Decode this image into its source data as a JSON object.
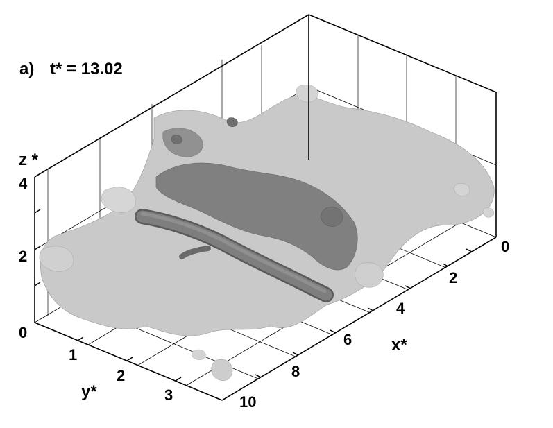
{
  "panel": {
    "label": "a)",
    "time_label": "t* = 13.02"
  },
  "axes": {
    "x": {
      "title": "x*",
      "ticks": [
        "0",
        "2",
        "4",
        "6",
        "8",
        "10"
      ]
    },
    "y": {
      "title": "y*",
      "ticks": [
        "1",
        "2",
        "3"
      ]
    },
    "z": {
      "title": "z *",
      "ticks": [
        "0",
        "2",
        "4"
      ]
    }
  },
  "colors": {
    "background": "#ffffff",
    "frame": "#000000",
    "isosurface_light": "#c8c8c8",
    "isosurface_mid": "#a9a9a9",
    "isosurface_dark": "#6e6e6e",
    "tube": "#7a7a7a"
  },
  "chart_data": {
    "type": "3d-isosurface",
    "title": "a)  t* = 13.02",
    "xlabel": "x*",
    "ylabel": "y*",
    "zlabel": "z*",
    "xlim": [
      0,
      10
    ],
    "ylim": [
      0,
      3.5
    ],
    "zlim": [
      0,
      4
    ],
    "x_ticks": [
      0,
      2,
      4,
      6,
      8,
      10
    ],
    "y_ticks": [
      1,
      2,
      3
    ],
    "z_ticks": [
      0,
      2,
      4
    ],
    "grid": true,
    "description": "Turbulent vortical structures shown as light-grey isosurfaces scattered through the domain, a denser dark-grey cluster in the upper-middle region, and a single long dark tubular vortex lying diagonally near z*≈2 from x*≈2 to x*≈6."
  }
}
